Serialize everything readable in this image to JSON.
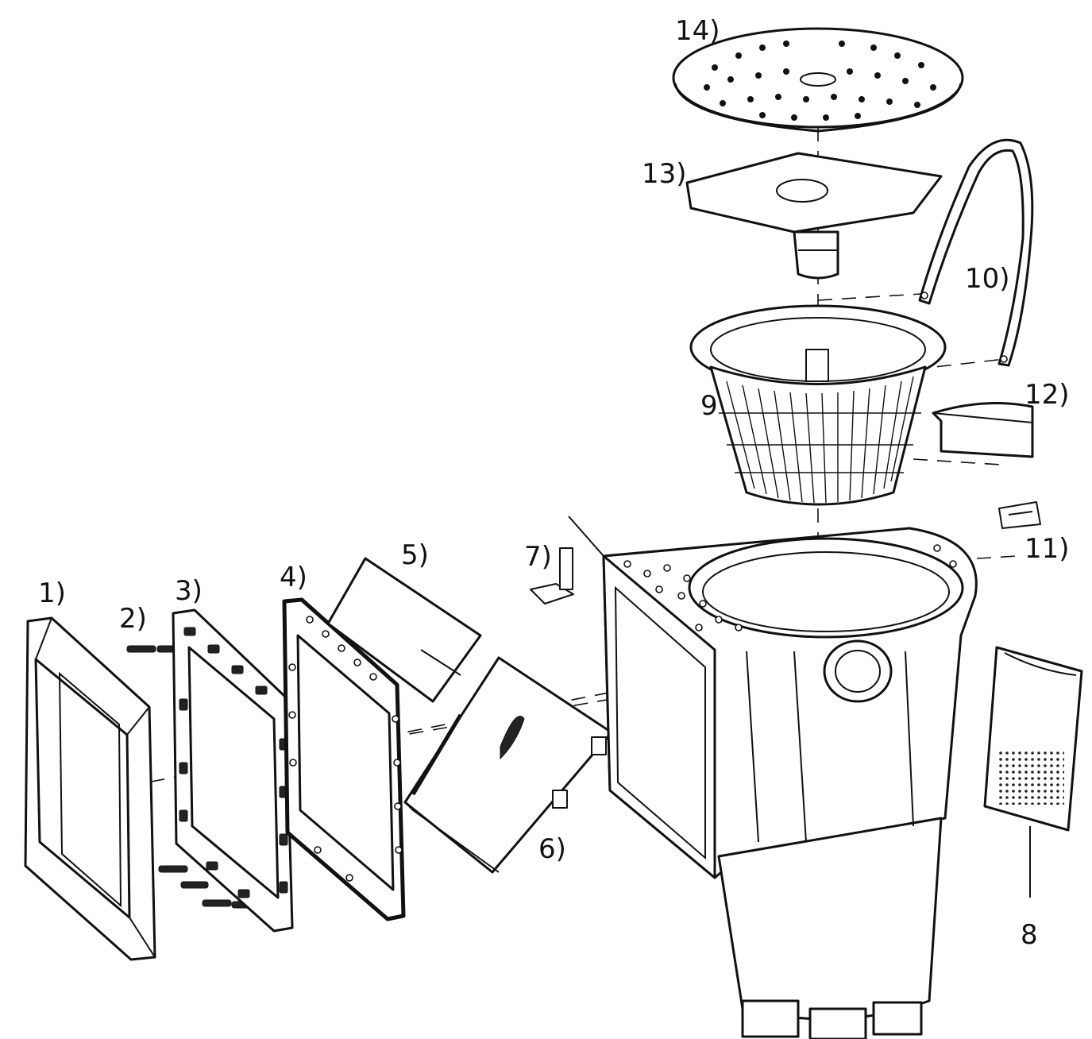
{
  "diagram": {
    "labels": {
      "l1": "1)",
      "l2": "2)",
      "l3": "3)",
      "l4": "4)",
      "l5": "5)",
      "l6": "6)",
      "l7": "7)",
      "l8": "8",
      "l9": "9",
      "l10": "10)",
      "l11": "11)",
      "l12": "12)",
      "l13": "13)",
      "l14": "14)"
    },
    "colors": {
      "line": "#111111",
      "background": "#ffffff"
    }
  }
}
